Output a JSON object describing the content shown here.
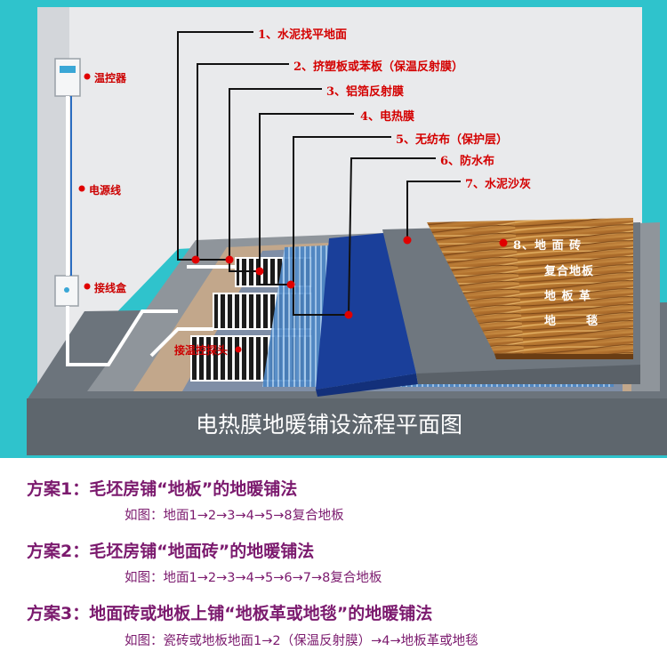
{
  "layers": [
    {
      "num": "1、",
      "text": "水泥找平地面"
    },
    {
      "num": "2、",
      "text": "挤塑板或苯板（保温反射膜）"
    },
    {
      "num": "3、",
      "text": "铝箔反射膜"
    },
    {
      "num": "4、",
      "text": "电热膜"
    },
    {
      "num": "5、",
      "text": "无纺布（保护层）"
    },
    {
      "num": "6、",
      "text": "防水布"
    },
    {
      "num": "7、",
      "text": "水泥沙灰"
    }
  ],
  "floor_options": {
    "num": "8、",
    "items": [
      "地 面 砖",
      "复合地板",
      "地 板 革",
      "地      毯"
    ]
  },
  "wall_devices": {
    "thermostat": "温控器",
    "power_cable": "电源线",
    "junction_box": "接线盒",
    "temp_probe": "接温控探头"
  },
  "caption": "电热膜地暖铺设流程平面图",
  "plans": [
    {
      "title": "方案1：毛坯房铺“地板”的地暖铺法",
      "detail": "如图：地面1→2→3→4→5→8复合地板"
    },
    {
      "title": "方案2：毛坯房铺“地面砖”的地暖铺法",
      "detail": "如图：地面1→2→3→4→5→6→7→8复合地板"
    },
    {
      "title": "方案3：地面砖或地板上铺“地板革或地毯”的地暖铺法",
      "detail": "如图：瓷砖或地板地面1→2（保温反射膜）→4→地板革或地毯"
    }
  ],
  "colors": {
    "background": "#2fc3cc",
    "wall": "#e9eaec",
    "base_slab": "#6c747c",
    "screed": "#8f959b",
    "insulation": "#c2a78b",
    "foil": "#7f8ea6",
    "film": "#272727",
    "nonwoven": "#4a86c6",
    "waterproof": "#1a3f9a",
    "sand_mortar": "#6f777f",
    "wood": "#b8782e",
    "label": "#d40000",
    "plan_text": "#7b1a6e"
  }
}
